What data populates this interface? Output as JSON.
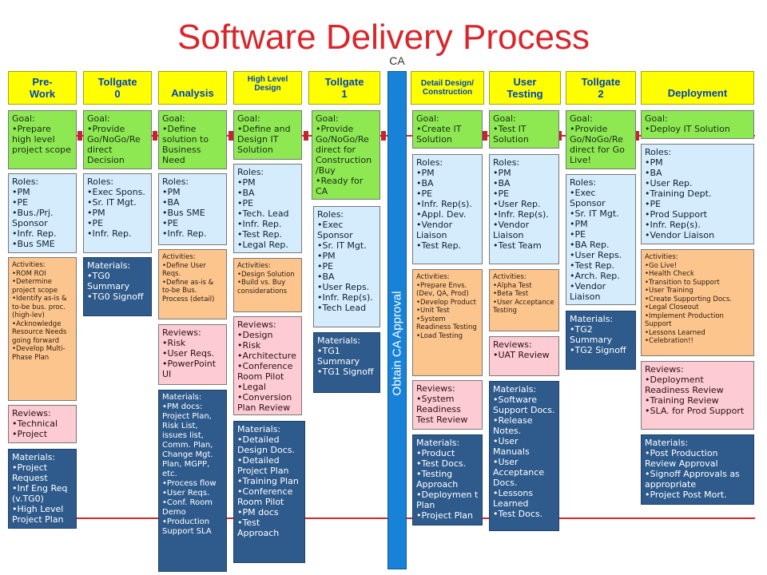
{
  "title": "Software Delivery Process",
  "ca_label": "CA",
  "ca_approval": "Obtain CA Approval",
  "stages": [
    {
      "name": "Pre-\nWork",
      "boxes": [
        {
          "t": "Goal:\n•Prepare high level project scope"
        },
        {
          "t": "Roles:\n•PM\n•PE\n•Bus./Prj. Sponsor\n•Infr. Rep.\n•Bus SME"
        },
        {
          "t": "Activities:\n•ROM ROI\n•Determine project scope\n•Identify as-is & to-be bus. proc. (high-lev)\n•Acknowledge Resource Needs going forward\n•Develop Multi-Phase Plan"
        },
        {
          "t": "Reviews:\n•Technical\n•Project"
        },
        {
          "t": "Materials:\n•Project Request\n•Inf Eng Req (v.TG0)\n•High Level Project Plan"
        }
      ]
    },
    {
      "name": "Tollgate\n0",
      "boxes": [
        {
          "t": "Goal:\n•Provide Go/NoGo/Re direct Decision"
        },
        {
          "t": "Roles:\n•Exec Spons.\n•Sr. IT Mgt.\n•PM\n•PE\n•Infr. Rep."
        },
        {
          "t": "Materials:\n•TG0 Summary\n•TG0 Signoff"
        }
      ]
    },
    {
      "name": "Analysis",
      "boxes": [
        {
          "t": "Goal:\n•Define solution to Business Need"
        },
        {
          "t": "Roles:\n•PM\n•BA\n•Bus SME\n•PE\n•Infr. Rep."
        },
        {
          "t": "Activities:\n•Define User Reqs.\n•Define as-is & to-be Bus. Process (detail)"
        },
        {
          "t": "Reviews:\n•Risk\n•User Reqs.\n•PowerPoint UI"
        },
        {
          "t": "Materials:\n•PM docs: Project Plan, Risk List, issues list, Comm. Plan, Change Mgt. Plan, MGPP, etc.\n•Process flow\n•User Reqs.\n•Conf. Room Demo\n•Production Support SLA"
        }
      ]
    },
    {
      "name": "High Level\nDesign",
      "boxes": [
        {
          "t": "Goal:\n•Define and Design IT Solution"
        },
        {
          "t": "Roles:\n•PM\n•BA\n•PE\n•Tech. Lead\n•Infr. Rep.\n•Test Rep.\n•Legal Rep."
        },
        {
          "t": "Activities:\n•Design Solution\n•Build vs. Buy considerations"
        },
        {
          "t": "Reviews:\n•Design\n•Risk\n•Architecture\n•Conference Room Pilot\n•Legal\n•Conversion Plan Review"
        },
        {
          "t": "Materials:\n•Detailed Design Docs.\n•Detailed Project Plan\n•Training Plan\n•Conference Room Pilot\n•PM docs\n•Test Approach"
        }
      ]
    },
    {
      "name": "Tollgate\n1",
      "boxes": [
        {
          "t": "Goal:\n•Provide Go/NoGo/Re direct for Construction /Buy\n•Ready for CA"
        },
        {
          "t": "Roles:\n•Exec Sponsor\n•Sr. IT Mgt.\n•PM\n•PE\n•BA\n•User Reps.\n•Infr. Rep(s).\n•Tech Lead"
        },
        {
          "t": "Materials:\n•TG1 Summary\n•TG1 Signoff"
        }
      ]
    },
    {
      "name": "Detail Design/\nConstruction",
      "boxes": [
        {
          "t": "Goal:\n•Create IT Solution"
        },
        {
          "t": "Roles:\n•PM\n•BA\n•PE\n•Infr. Rep(s).\n•Appl. Dev.\n•Vendor Liaison\n•Test Rep."
        },
        {
          "t": "Activities:\n•Prepare Envs.(Dev, QA, Prod)\n•Develop Product\n•Unit Test\n•System Readiness Testing\n•Load Testing"
        },
        {
          "t": "Reviews:\n•System Readiness Test Review"
        },
        {
          "t": "Materials:\n•Product\n•Test Docs.\n•Testing Approach\n•Deploymen t Plan\n•Project Plan"
        }
      ]
    },
    {
      "name": "User\nTesting",
      "boxes": [
        {
          "t": "Goal:\n•Test IT Solution"
        },
        {
          "t": "Roles:\n•PM\n•BA\n•PE\n•User Rep.\n•Infr. Rep(s).\n•Vendor Liaison\n•Test Team"
        },
        {
          "t": "Activities:\n•Alpha Test\n•Beta Test\n•User Acceptance Testing"
        },
        {
          "t": "Reviews:\n•UAT Review"
        },
        {
          "t": "Materials:\n•Software Support Docs.\n•Release Notes.\n•User Manuals\n•User Acceptance Docs.\n•Lessons Learned\n•Test Docs."
        }
      ]
    },
    {
      "name": "Tollgate\n2",
      "boxes": [
        {
          "t": "Goal:\n•Provide Go/NoGo/Re direct for Go Live!"
        },
        {
          "t": "Roles:\n•Exec Sponsor\n•Sr. IT Mgt.\n•PM\n•PE\n•BA Rep.\n•User Reps.\n•Test Rep.\n•Arch. Rep.\n•Vendor Liaison"
        },
        {
          "t": "Materials:\n•TG2 Summary\n•TG2 Signoff"
        }
      ]
    },
    {
      "name": "Deployment",
      "boxes": [
        {
          "t": "Goal:\n•Deploy IT Solution"
        },
        {
          "t": "Roles:\n•PM\n•BA\n•User Rep.\n•Training Dept.\n•PE\n•Prod Support\n•Infr. Rep(s).\n•Vendor Liaison"
        },
        {
          "t": "Activities:\n•Go Live!\n•Health Check\n•Transition to Support\n•User Training\n•Create Supporting Docs.\n•Legal Closeout\n•Implement Production Support\n•Lessons Learned\n•Celebration!!"
        },
        {
          "t": "Reviews:\n•Deployment Readiness Review\n•Training Review\n•SLA. for Prod Support"
        },
        {
          "t": "Materials:\n•Post Production Review Approval\n•Signoff Approvals as appropriate\n•Project Post Mort."
        }
      ]
    }
  ]
}
